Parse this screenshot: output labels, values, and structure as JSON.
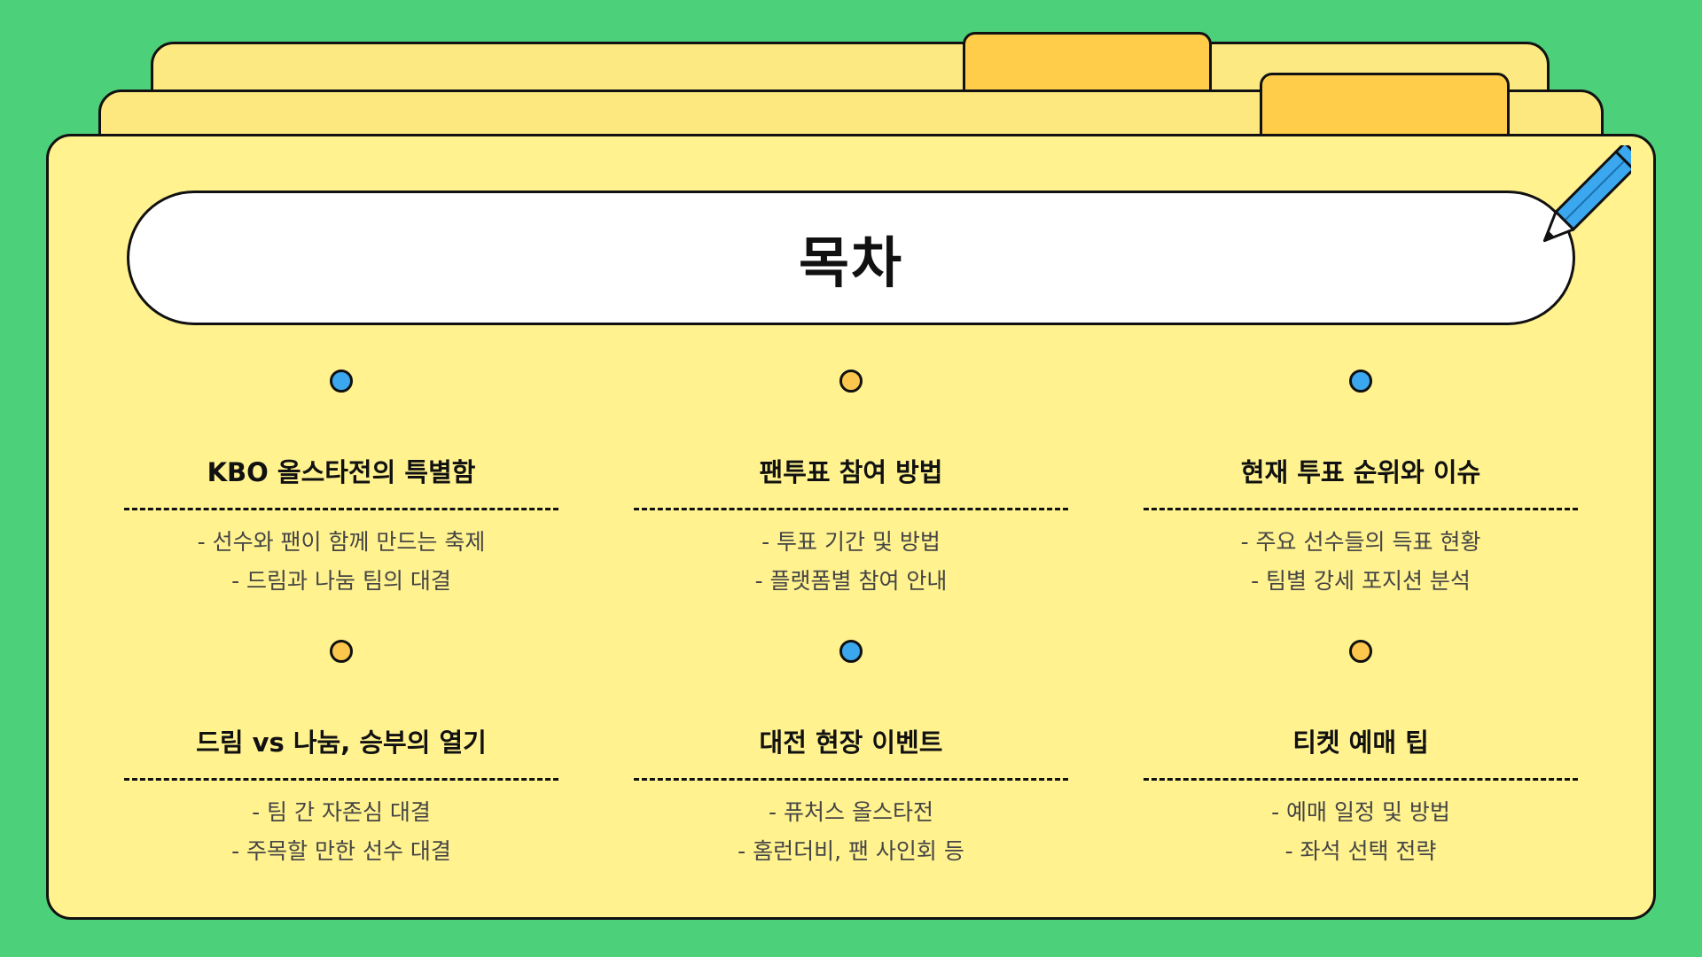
{
  "title": "목차",
  "colors": {
    "background": "#4dd07a",
    "folder": "#fff28f",
    "tab": "#ffcd49",
    "dot_blue": "#3aa7ef",
    "dot_orange": "#fdc64c",
    "pencil": "#3aa7ef"
  },
  "icons": [
    "pencil-icon"
  ],
  "items": [
    {
      "dot_color": "blue",
      "title": "KBO 올스타전의 특별함",
      "lines": [
        "- 선수와 팬이 함께 만드는 축제",
        "- 드림과 나눔 팀의 대결"
      ]
    },
    {
      "dot_color": "orange",
      "title": "팬투표 참여 방법",
      "lines": [
        "- 투표 기간 및 방법",
        "- 플랫폼별 참여 안내"
      ]
    },
    {
      "dot_color": "blue",
      "title": "현재 투표 순위와 이슈",
      "lines": [
        "- 주요 선수들의 득표 현황",
        "- 팀별 강세 포지션 분석"
      ]
    },
    {
      "dot_color": "orange",
      "title": "드림 vs 나눔, 승부의 열기",
      "lines": [
        "- 팀 간 자존심 대결",
        "- 주목할 만한 선수 대결"
      ]
    },
    {
      "dot_color": "blue",
      "title": "대전 현장 이벤트",
      "lines": [
        "- 퓨처스 올스타전",
        "- 홈런더비, 팬 사인회 등"
      ]
    },
    {
      "dot_color": "orange",
      "title": "티켓 예매 팁",
      "lines": [
        "- 예매 일정 및 방법",
        "- 좌석 선택 전략"
      ]
    }
  ]
}
